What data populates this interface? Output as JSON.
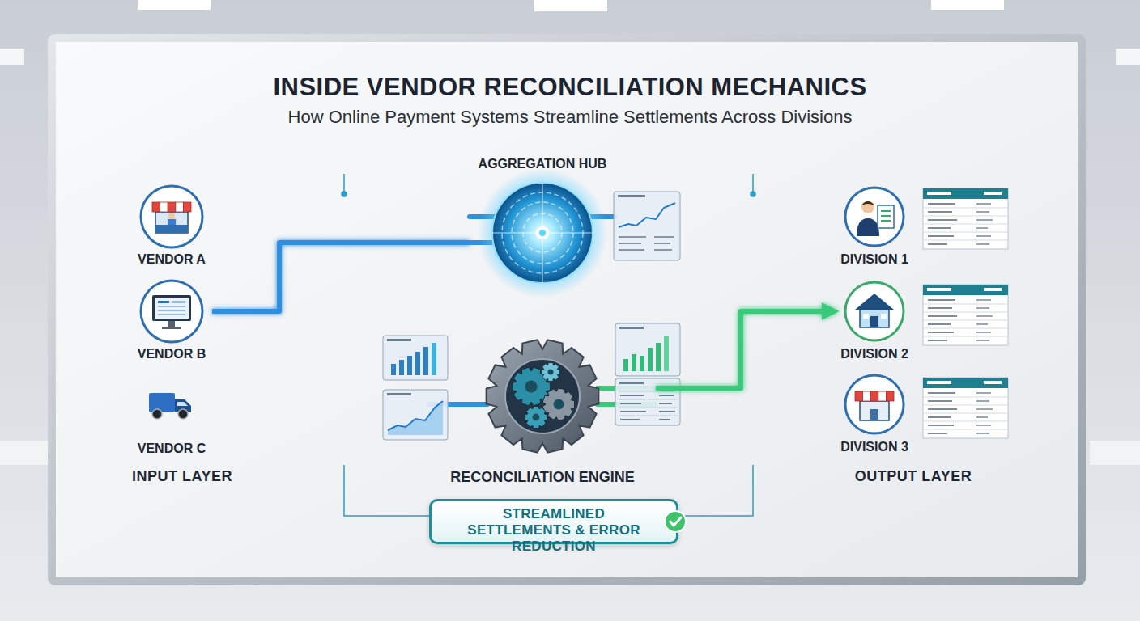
{
  "diagram": {
    "title": "INSIDE VENDOR RECONCILIATION MECHANICS",
    "nodes": [
      {
        "text": [
          "VENDOR A"
        ]
      },
      {
        "text": [
          "VENDOR B"
        ]
      },
      {
        "text": [
          "VENDOR C"
        ]
      },
      {
        "text": [
          "AGGREGATION HUB"
        ]
      },
      {
        "text": [
          "RECONCILIATION ENGINE"
        ]
      },
      {
        "text": [
          "DIVISION 1"
        ]
      },
      {
        "text": [
          "DIVISION 2"
        ]
      },
      {
        "text": [
          "DIVISION 3"
        ]
      },
      {
        "text": [
          "STREAMLINED SETTLEMENTS & ERROR REDUCTION"
        ]
      }
    ],
    "edges": [
      {
        "from": 0,
        "to": 3,
        "arrow": "none"
      },
      {
        "from": 1,
        "to": 3,
        "arrow": "none"
      },
      {
        "from": 4,
        "to": 2,
        "arrow": "to"
      },
      {
        "from": 3,
        "to": 4,
        "arrow": "to"
      },
      {
        "from": 3,
        "to": 5,
        "arrow": "to"
      },
      {
        "from": 4,
        "to": 6,
        "arrow": "to"
      },
      {
        "from": 4,
        "to": 7,
        "arrow": "to"
      }
    ],
    "labels": [
      "How Online Payment Systems Streamline Settlements Across Divisions",
      "INPUT LAYER",
      "OUTPUT LAYER"
    ]
  }
}
